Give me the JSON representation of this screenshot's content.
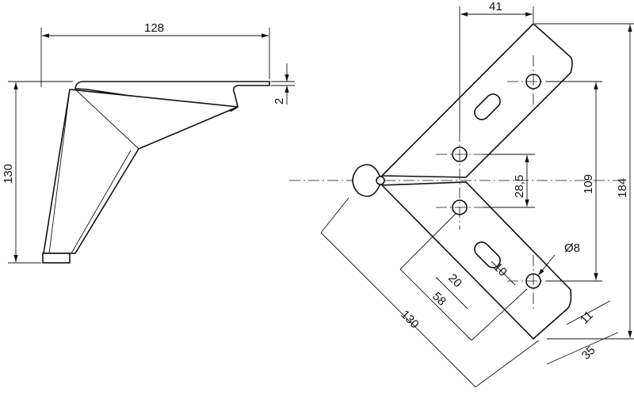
{
  "drawing": {
    "side_view": {
      "width_label": "128",
      "plate_thickness_label": "2",
      "height_label": "130"
    },
    "top_view": {
      "offset_label": "41",
      "overall_height_label": "184",
      "hole_span_label": "109",
      "center_offset_label": "28,5",
      "hole_diameter_label": "Ø8",
      "slot_width_label": "10",
      "slot_length_label": "20",
      "hole_distance_label": "58",
      "arm_length_label": "130",
      "edge_distance_label": "11",
      "arm_width_label": "35"
    },
    "line_color": "#111111"
  }
}
